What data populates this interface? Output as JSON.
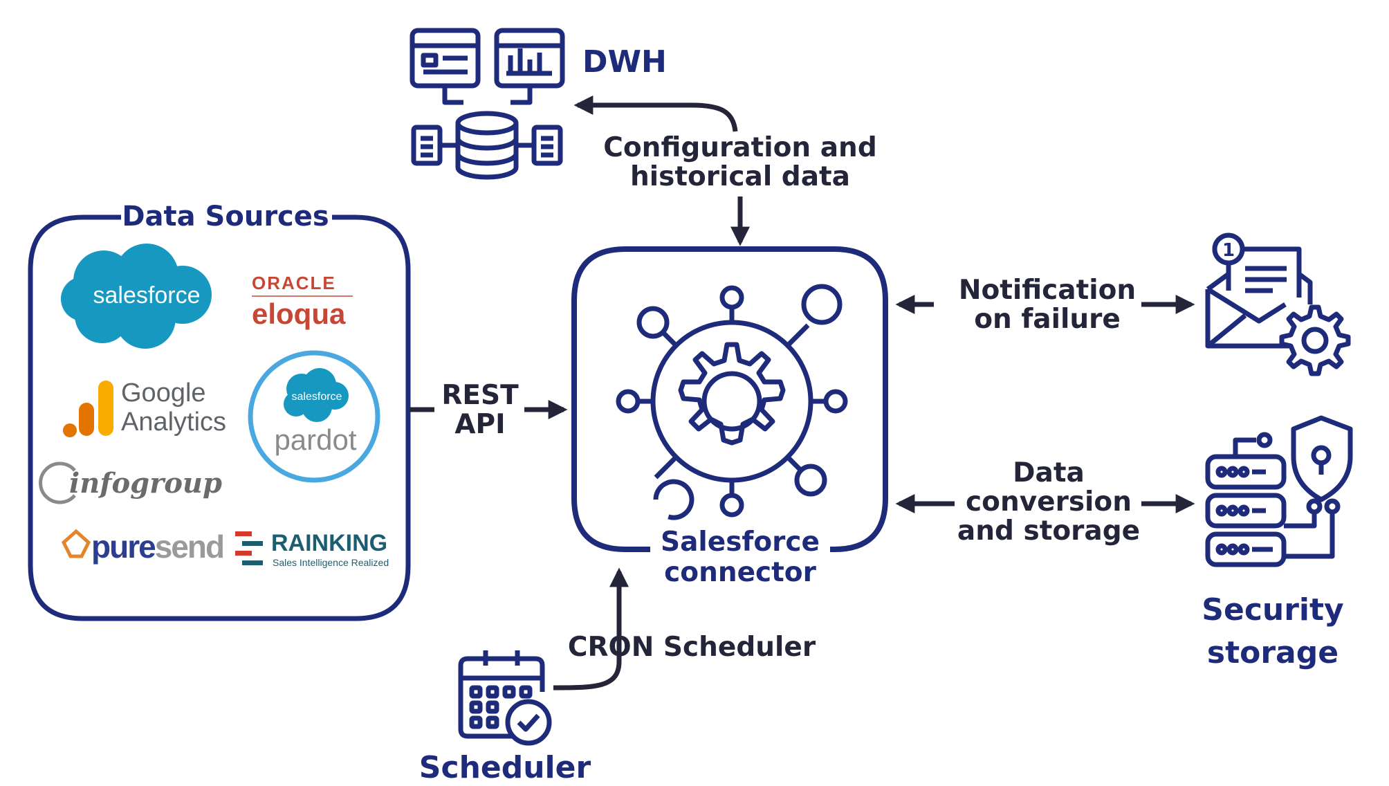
{
  "dwh": {
    "label": "DWH",
    "icon": "data-warehouse-icon"
  },
  "config_flow": {
    "line1": "Configuration and",
    "line2": "historical data"
  },
  "data_sources": {
    "title": "Data Sources",
    "logos": {
      "salesforce": "salesforce",
      "oracle": "ORACLE",
      "eloqua": "eloqua",
      "google_line1": "Google",
      "google_line2": "Analytics",
      "pardot_badge": "salesforce",
      "pardot": "pardot",
      "infogroup": "infogroup",
      "puresend_pure": "pure",
      "puresend_send": "send",
      "rainking": "RAINKING",
      "rainking_tagline": "Sales Intelligence Realized"
    }
  },
  "rest_api": {
    "line1": "REST",
    "line2": "API"
  },
  "connector": {
    "line1": "Salesforce",
    "line2": "connector",
    "icon": "gear-network-icon"
  },
  "notification": {
    "line1": "Notification",
    "line2": "on failure",
    "badge": "1",
    "icon": "email-settings-icon"
  },
  "data_conversion": {
    "line1": "Data",
    "line2": "conversion",
    "line3": "and storage"
  },
  "security": {
    "line1": "Security",
    "line2": "storage",
    "icon": "server-shield-icon"
  },
  "cron": {
    "label": "CRON Scheduler"
  },
  "scheduler": {
    "label": "Scheduler",
    "icon": "calendar-check-icon"
  },
  "colors": {
    "navy": "#1e2a7a",
    "dark": "#25253a",
    "salesforce_blue": "#1798c1",
    "oracle_red": "#c74634",
    "google_orange": "#f9ab00",
    "pardot_ring": "#4aa8e0"
  }
}
